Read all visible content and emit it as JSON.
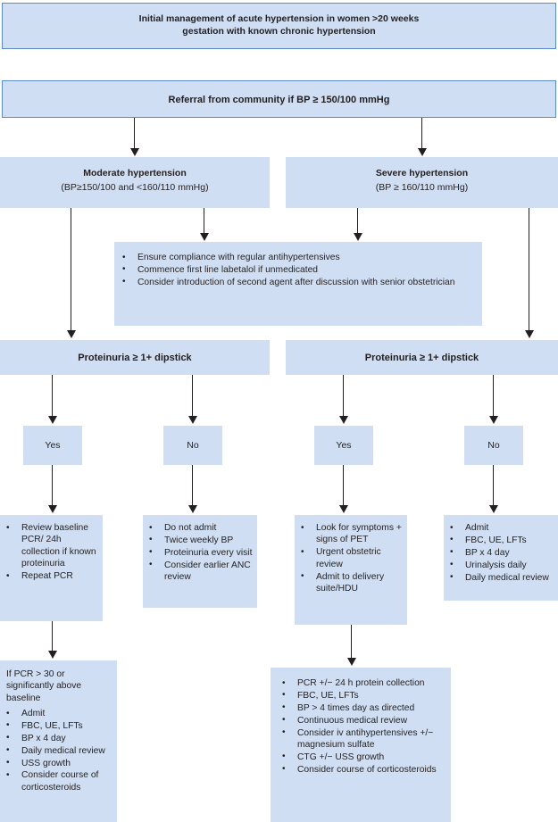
{
  "flowchart": {
    "title_box": {
      "line1": "Initial management of acute hypertension in women >20 weeks",
      "line2": "gestation with known chronic hypertension"
    },
    "referral_box": {
      "label": "Referral from community if BP ≥ 150/100 mmHg"
    },
    "moderate_box": {
      "heading": "Moderate hypertension",
      "detail": "(BP≥150/100 and <160/110 mmHg)"
    },
    "severe_box": {
      "heading": "Severe hypertension",
      "detail": "(BP ≥ 160/110 mmHg)"
    },
    "shared_management_box": {
      "items": [
        "Ensure compliance with regular antihypertensives",
        "Commence first line labetalol if unmedicated",
        "Consider introduction of second agent after discussion with senior obstetrician"
      ]
    },
    "proteinuria_left": {
      "label": "Proteinuria ≥ 1+ dipstick"
    },
    "proteinuria_right": {
      "label": "Proteinuria ≥ 1+ dipstick"
    },
    "decisions": {
      "moderate_yes": "Yes",
      "moderate_no": "No",
      "severe_yes": "Yes",
      "severe_no": "No"
    },
    "moderate_yes_box": {
      "items": [
        "Review baseline PCR/ 24h collection if known proteinuria",
        "Repeat PCR"
      ]
    },
    "moderate_no_box": {
      "items": [
        "Do not admit",
        "Twice weekly BP",
        "Proteinuria every visit",
        "Consider earlier ANC review"
      ]
    },
    "severe_yes_box": {
      "items": [
        "Look for symptoms + signs of PET",
        "Urgent obstetric review",
        "Admit to delivery suite/HDU"
      ]
    },
    "severe_no_box": {
      "items": [
        "Admit",
        "FBC, UE, LFTs",
        "BP x 4 day",
        "Urinalysis daily",
        "Daily medical review"
      ]
    },
    "pcr_threshold_box": {
      "lead": "If PCR > 30 or significantly above baseline",
      "items": [
        "Admit",
        "FBC, UE, LFTs",
        "BP x 4 day",
        "Daily medical review",
        "USS growth",
        "Consider course of corticosteroids"
      ]
    },
    "severe_pet_box": {
      "items": [
        "PCR +/− 24 h protein collection",
        "FBC, UE, LFTs",
        "BP > 4 times day as directed",
        "Continuous medical review",
        "Consider iv antihypertensives +/− magnesium sulfate",
        "CTG +/− USS growth",
        "Consider course of corticosteroids"
      ]
    },
    "colors": {
      "box_fill": "#cfdef2",
      "box_border": "#5b8cc8",
      "connector": "#231f20",
      "text": "#231f20",
      "page_background": "#ffffff"
    }
  }
}
